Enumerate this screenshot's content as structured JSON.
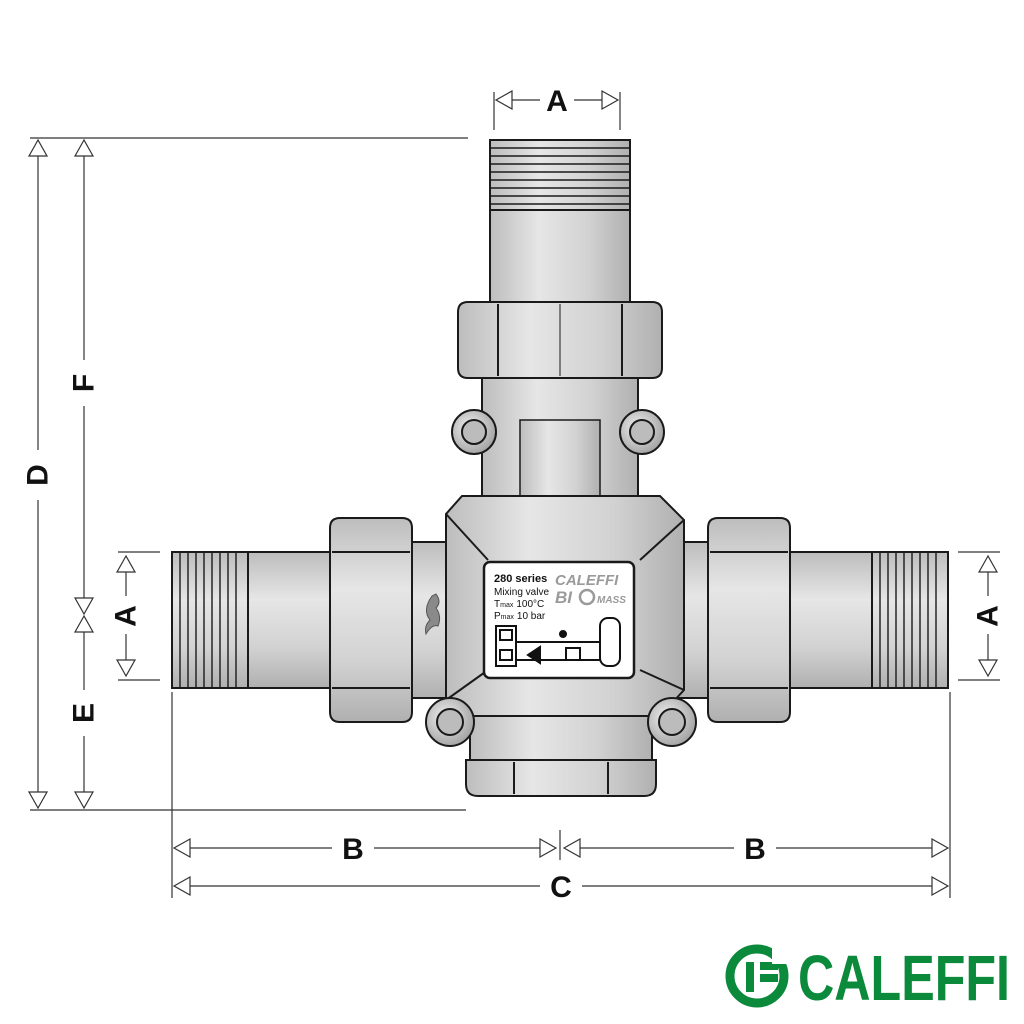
{
  "dimensions": {
    "top_width": "A",
    "left_inlet": "A",
    "right_outlet": "A",
    "left_half": "B",
    "right_half": "B",
    "overall_width": "C",
    "overall_height": "D",
    "upper_height": "F",
    "lower_height": "E"
  },
  "label_plate": {
    "series": "280 series",
    "product": "Mixing valve",
    "tmax_sym": "T",
    "tmax_sub": "max",
    "tmax_val": "100°C",
    "pmax_sym": "P",
    "pmax_sub": "max",
    "pmax_val": "10 bar",
    "brand_name": "CALEFFI",
    "brand_sub_a": "BI",
    "brand_sub_b": "MASS"
  },
  "logo": {
    "text": "CALEFFI",
    "color": "#0a8a3a"
  },
  "colors": {
    "body_fill": "#d9d9d9",
    "outline": "#1a1a1a",
    "dim_line": "#333333"
  }
}
